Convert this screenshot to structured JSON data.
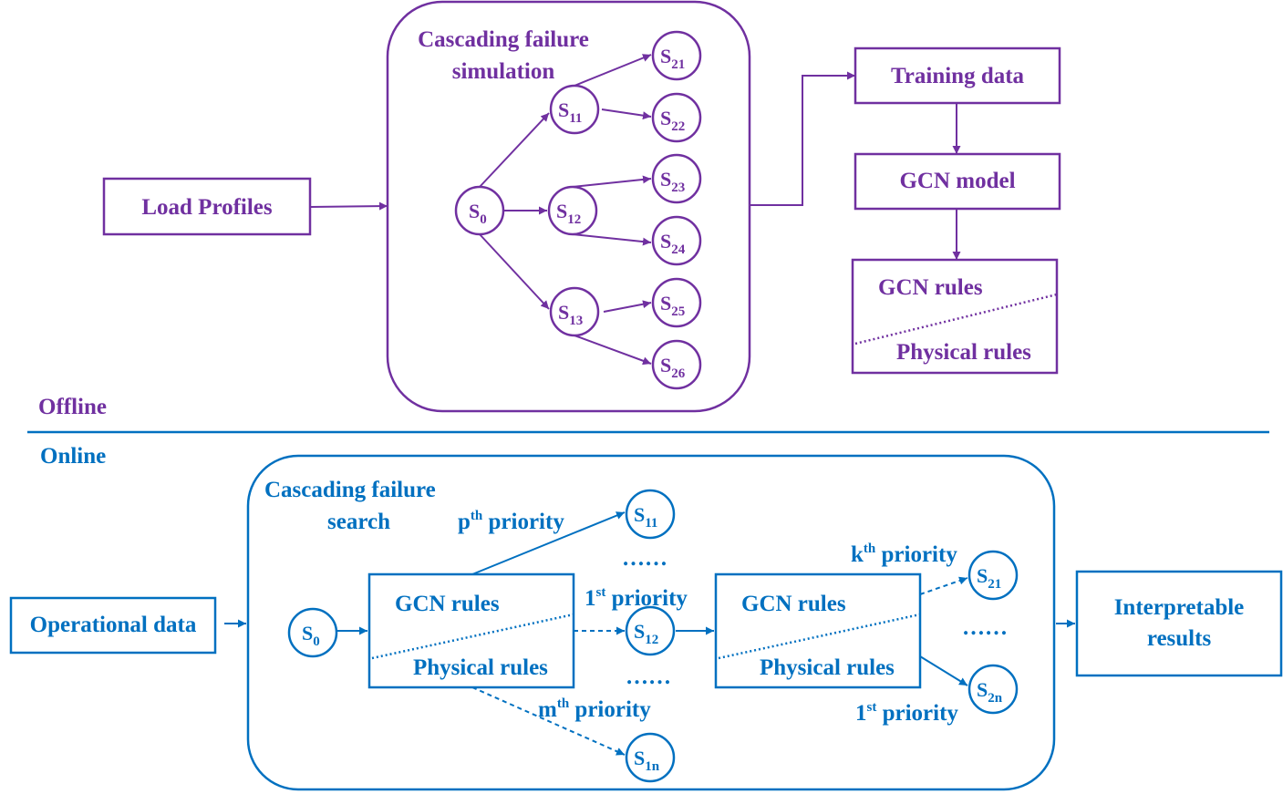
{
  "colors": {
    "offline": "#7030a0",
    "online": "#0070c0"
  },
  "offline": {
    "section_label": "Offline",
    "load_profiles": "Load Profiles",
    "sim_title_1": "Cascading failure",
    "sim_title_2": "simulation",
    "training_data": "Training data",
    "gcn_model": "GCN model",
    "gcn_rules": "GCN rules",
    "physical_rules": "Physical rules",
    "nodes": {
      "s0": {
        "main": "S",
        "sub": "0"
      },
      "s11": {
        "main": "S",
        "sub": "11"
      },
      "s12": {
        "main": "S",
        "sub": "12"
      },
      "s13": {
        "main": "S",
        "sub": "13"
      },
      "s21": {
        "main": "S",
        "sub": "21"
      },
      "s22": {
        "main": "S",
        "sub": "22"
      },
      "s23": {
        "main": "S",
        "sub": "23"
      },
      "s24": {
        "main": "S",
        "sub": "24"
      },
      "s25": {
        "main": "S",
        "sub": "25"
      },
      "s26": {
        "main": "S",
        "sub": "26"
      }
    }
  },
  "online": {
    "section_label": "Online",
    "operational_data": "Operational data",
    "search_title_1": "Cascading failure",
    "search_title_2": "search",
    "gcn_rules": "GCN rules",
    "physical_rules": "Physical rules",
    "interpretable_1": "Interpretable",
    "interpretable_2": "results",
    "dots": "……",
    "p_priority": {
      "base": "p",
      "sup": "th",
      "rest": " priority"
    },
    "first_priority_a": {
      "base": "1",
      "sup": "st",
      "rest": " priority"
    },
    "m_priority": {
      "base": "m",
      "sup": "th",
      "rest": " priority"
    },
    "k_priority": {
      "base": "k",
      "sup": "th",
      "rest": " priority"
    },
    "first_priority_b": {
      "base": "1",
      "sup": "st",
      "rest": " priority"
    },
    "nodes": {
      "s0": {
        "main": "S",
        "sub": "0"
      },
      "s11": {
        "main": "S",
        "sub": "11"
      },
      "s12": {
        "main": "S",
        "sub": "12"
      },
      "s1n": {
        "main": "S",
        "sub": "1n"
      },
      "s21": {
        "main": "S",
        "sub": "21"
      },
      "s2n": {
        "main": "S",
        "sub": "2n"
      }
    }
  }
}
